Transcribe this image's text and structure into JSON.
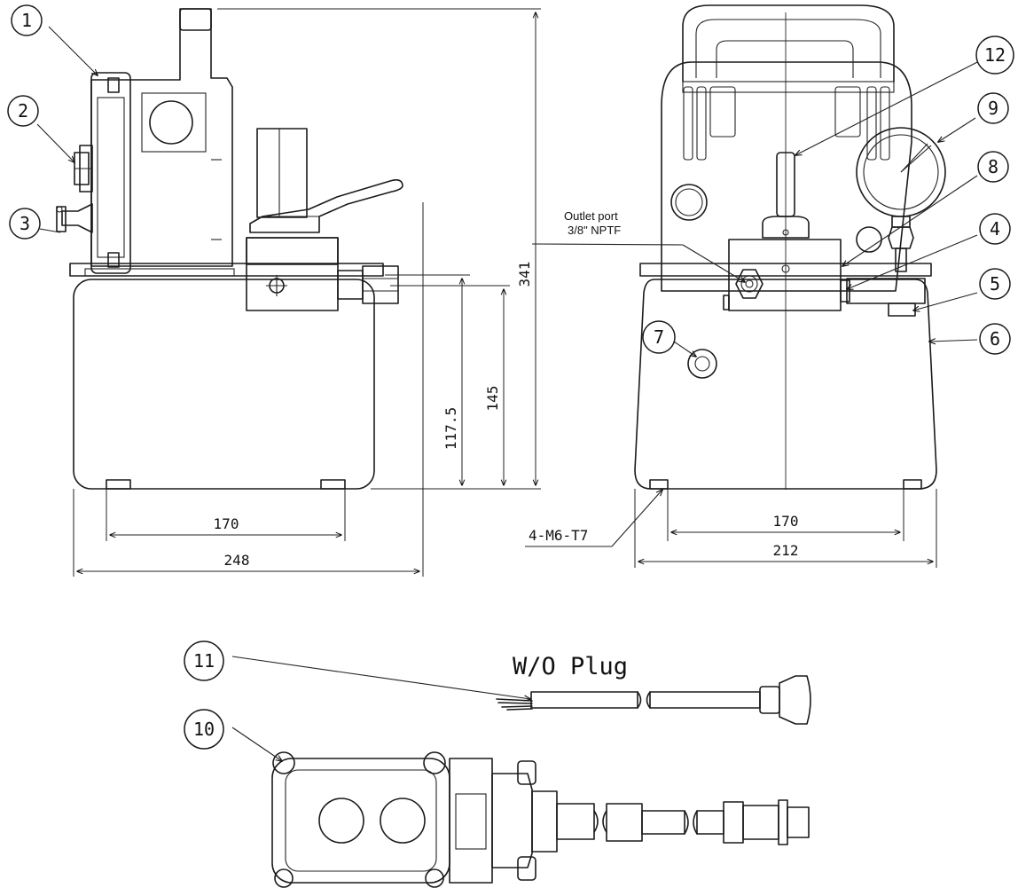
{
  "balloons": [
    "1",
    "2",
    "3",
    "4",
    "5",
    "6",
    "7",
    "8",
    "9",
    "10",
    "11",
    "12"
  ],
  "dimensions": {
    "width_side": "248",
    "foot_pitch_side": "170",
    "height_total": "341",
    "outlet_height": "145",
    "tank_height": "117.5",
    "width_front": "212",
    "foot_pitch_front": "170"
  },
  "notes": {
    "outlet_line1": "Outlet port",
    "outlet_line2": "3/8\" NPTF",
    "feet": "4-M6-T7",
    "plug": "W/O Plug"
  }
}
